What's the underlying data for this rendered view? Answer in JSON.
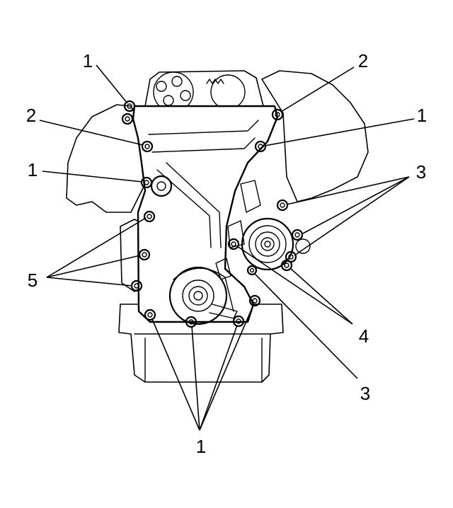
{
  "callouts": [
    {
      "id": "c1-top-left",
      "text": "1"
    },
    {
      "id": "c2-top-right",
      "text": "2"
    },
    {
      "id": "c2-left",
      "text": "2"
    },
    {
      "id": "c1-right-upper",
      "text": "1"
    },
    {
      "id": "c1-left-mid",
      "text": "1"
    },
    {
      "id": "c3-right-upper",
      "text": "3"
    },
    {
      "id": "c5-left",
      "text": "5"
    },
    {
      "id": "c4-right",
      "text": "4"
    },
    {
      "id": "c3-right-lower",
      "text": "3"
    },
    {
      "id": "c1-bottom",
      "text": "1"
    }
  ],
  "colors": {
    "line": "#000000",
    "background": "#ffffff"
  }
}
